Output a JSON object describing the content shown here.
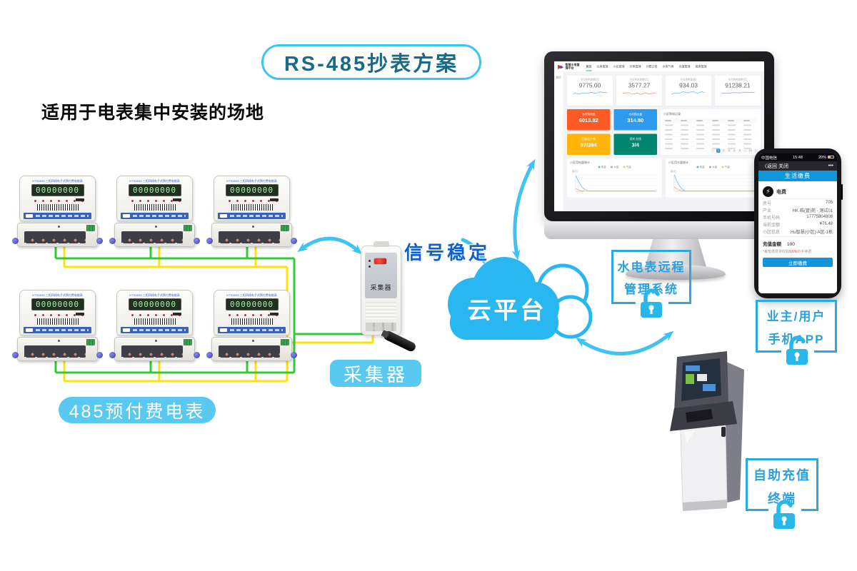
{
  "scene": {
    "title": "RS-485抄表方案",
    "subtitle": "适用于电表集中安装的场地",
    "signal_text": "信号稳定",
    "cloud_label": "云平台",
    "meter_group_label": "485预付费电表",
    "collector_label": "采集器"
  },
  "meter": {
    "model_text": "DTSX533 三相四线电子式预付费电能表",
    "lcd_value": "00000000"
  },
  "collector": {
    "panel_label": "采集器"
  },
  "callouts": {
    "management": {
      "line1": "水电表远程",
      "line2": "管理系统"
    },
    "phone_app": {
      "line1": "业主/用户",
      "line2": "手机APP"
    },
    "kiosk": {
      "line1": "自助充值",
      "line2": "终端"
    }
  },
  "dashboard": {
    "brand": "智慧水电管理平台",
    "nav": [
      "首页",
      "仪表管理",
      "小区管理",
      "抄表管理",
      "计费订单",
      "水电气表",
      "充值管理",
      "报表管理"
    ],
    "sidebar_item": "首页",
    "stats": [
      {
        "label": "今日购电金额(元)",
        "value": "9775.00"
      },
      {
        "label": "今日购水金额(元)",
        "value": "3577.27"
      },
      {
        "label": "今日用电量(度)",
        "value": "934.03"
      },
      {
        "label": "本月购电金额(元)",
        "value": "91238.21"
      }
    ],
    "tiles": [
      {
        "label": "本月购电量",
        "value": "6013.82"
      },
      {
        "label": "本月购水量",
        "value": "314.80"
      },
      {
        "label": "已缴/总户数",
        "value": "97/394"
      },
      {
        "label": "网关,在线",
        "value": "3/4"
      }
    ],
    "table_title": "小区购电记录",
    "pages": [
      "‹",
      "1",
      "2",
      "3",
      "4",
      "5",
      "…",
      "10",
      "›"
    ],
    "charts": [
      {
        "title": "小区用电量统计",
        "ylabel": "度(元)",
        "legend": [
          "电量",
          "水量",
          "气量"
        ]
      },
      {
        "title": "小区用水量统计",
        "ylabel": "度(元)",
        "legend": [
          "电量",
          "水量",
          "气量"
        ]
      }
    ]
  },
  "phone": {
    "carrier": "中国电信",
    "time": "15:48",
    "battery": "20%",
    "nav_back": "〈返回 关闭",
    "nav_more": "•••",
    "header": "生活缴费",
    "fee_type": "电费",
    "fee_icon": "⚡",
    "rows": [
      {
        "label": "房号",
        "value": "705"
      },
      {
        "label": "产业",
        "value": "HK·皓(管)苑 - 测试01"
      },
      {
        "label": "手机号码",
        "value": "17775804808"
      },
      {
        "label": "当前金额",
        "value": "¥76.48"
      },
      {
        "label": "小区信息",
        "value": "Hu智慧(小区)-A区-1栋"
      }
    ],
    "recharge_label": "充值金额",
    "recharge_value": "100",
    "fee_note_prefix": "*每笔缴费将收取",
    "fee_note_rate": "0.6%",
    "fee_note_suffix": "的手续费",
    "pay_button": "立即缴费"
  },
  "colors": {
    "accent_cyan": "#3FC3F2",
    "cloud_blue": "#29B7F2",
    "callout_blue": "#2AA0DC",
    "wire_green": "#2FCC38",
    "wire_yellow": "#FFE00A",
    "tile_orange": "#FF5A26",
    "tile_blue": "#2E9BF0",
    "tile_yellow": "#FFB50A",
    "tile_teal": "#00846E",
    "phone_blue": "#1296DB"
  }
}
